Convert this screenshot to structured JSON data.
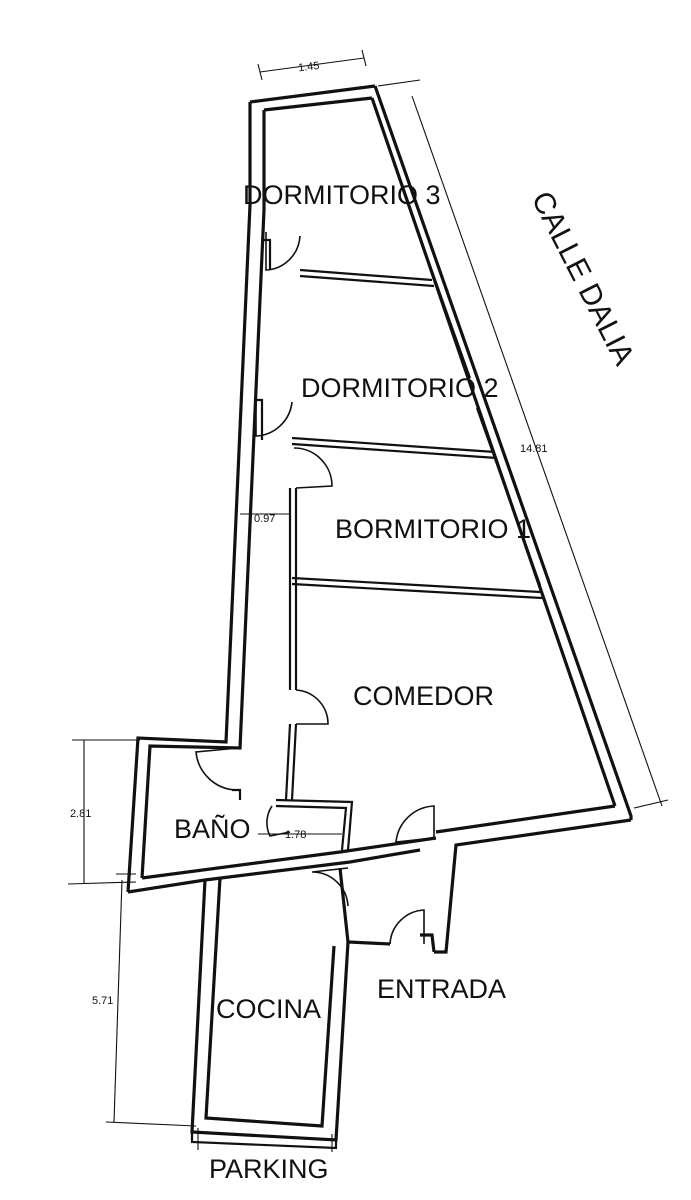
{
  "rooms": {
    "dormitorio3": "DORMITORIO 3",
    "dormitorio2": "DORMITORIO 2",
    "dormitorio1": "BORMITORIO 1",
    "comedor": "COMEDOR",
    "bano": "BAÑO",
    "cocina": "COCINA",
    "entrada": "ENTRADA",
    "parking": "PARKING"
  },
  "street": "CALLE DALIA",
  "dimensions": {
    "top_width": "1.45",
    "right_length": "14.81",
    "corridor_width": "0.97",
    "bath_height": "2.81",
    "bath_width": "1.78",
    "kitchen_height": "5.71"
  }
}
